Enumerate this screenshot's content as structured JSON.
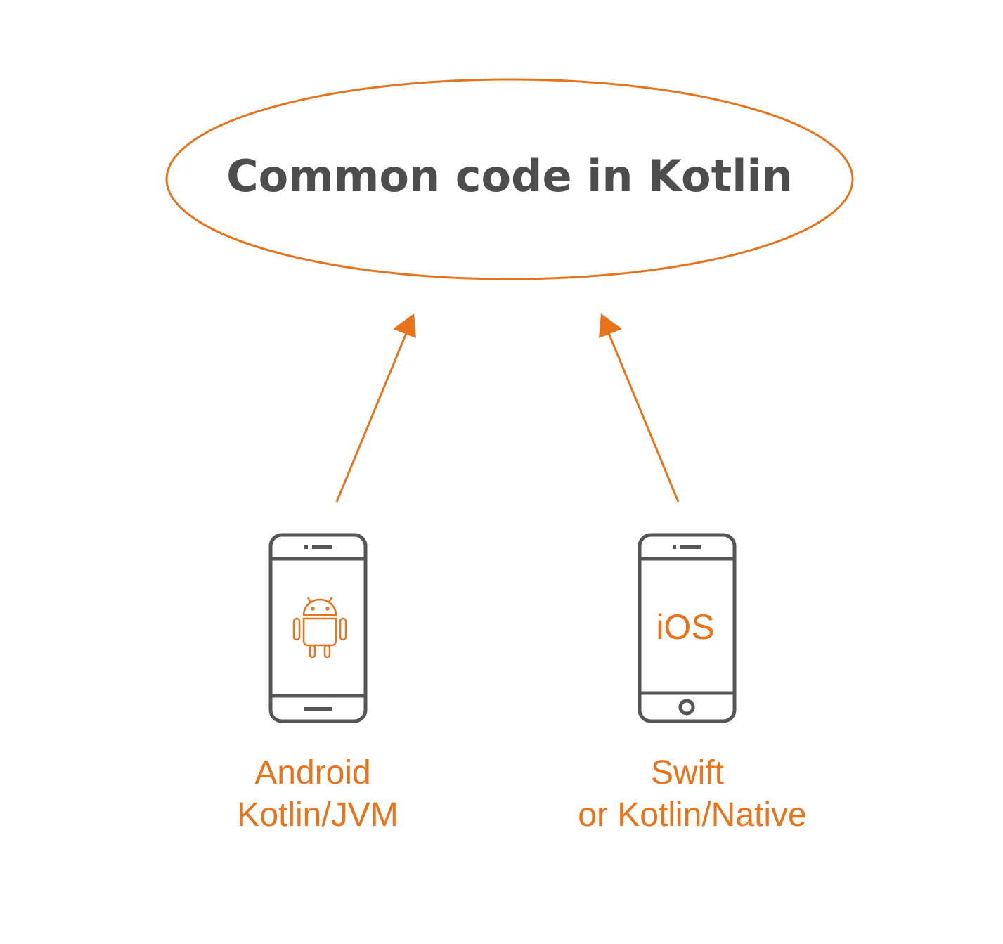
{
  "colors": {
    "accent": "#e8731a",
    "phone": "#555555",
    "text": "#4d4d4d"
  },
  "common": {
    "title": "Common code in Kotlin"
  },
  "android": {
    "screen_icon": "android-icon",
    "label_line1": "Android",
    "label_line2": "Kotlin/JVM"
  },
  "ios": {
    "screen_text": "iOS",
    "label_line1": "Swift",
    "label_line2": "or Kotlin/Native"
  }
}
